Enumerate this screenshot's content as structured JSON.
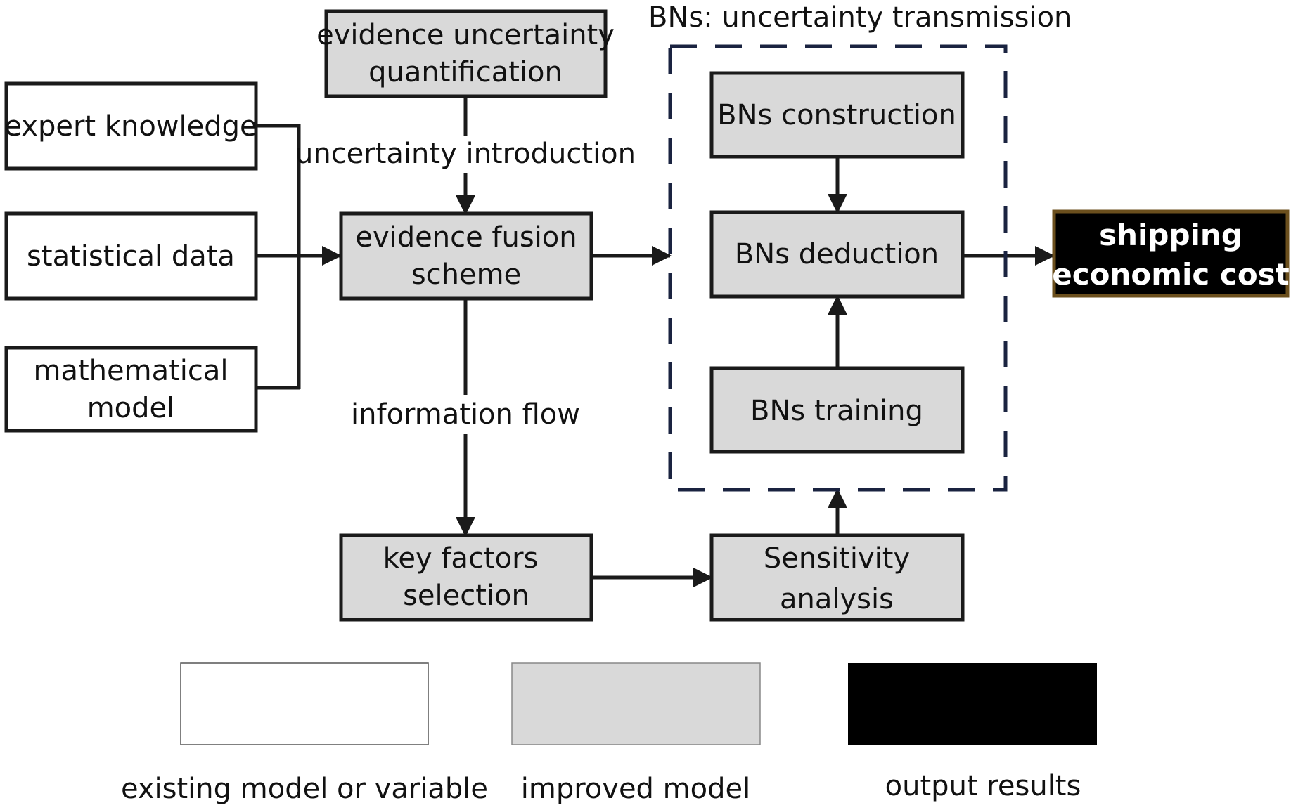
{
  "inputs": {
    "expert": "expert knowledge",
    "statistical": "statistical data",
    "mathematical_line1": "mathematical",
    "mathematical_line2": "model"
  },
  "uncertainty_quant": {
    "line1": "evidence uncertainty",
    "line2": "quantification"
  },
  "uncertainty_intro": "uncertainty introduction",
  "fusion": {
    "line1": "evidence fusion",
    "line2": "scheme"
  },
  "info_flow": "information flow",
  "key_factors": {
    "line1": "key factors",
    "line2": "selection"
  },
  "sensitivity": {
    "line1": "Sensitivity",
    "line2": "analysis"
  },
  "bns": {
    "group_title": "BNs: uncertainty transmission",
    "construction": "BNs construction",
    "deduction": "BNs deduction",
    "training": "BNs training"
  },
  "output": {
    "line1": "shipping",
    "line2": "economic cost"
  },
  "legend": {
    "existing": "existing model or variable",
    "improved": "improved model",
    "output": "output results"
  },
  "colors": {
    "existing_fill": "#ffffff",
    "improved_fill": "#d9d9d9",
    "output_fill": "#000000",
    "output_border": "#6b4f1d",
    "dashed_border": "#1a2340",
    "line": "#1a1a1a"
  }
}
